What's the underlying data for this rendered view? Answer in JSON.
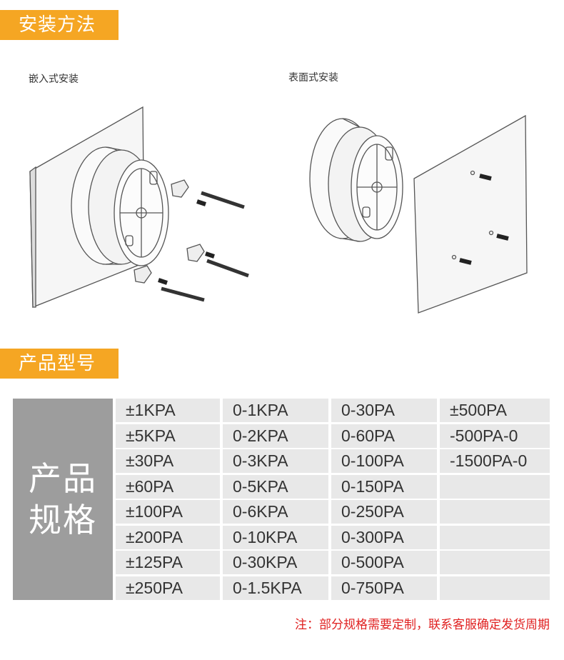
{
  "sections": {
    "install_title": "安装方法",
    "models_title": "产品型号"
  },
  "install": {
    "flush_caption": "嵌入式安装",
    "surface_caption": "表面式安装"
  },
  "spec": {
    "side_label_line1": "产品",
    "side_label_line2": "规格",
    "columns": [
      [
        "±1KPA",
        "±5KPA",
        "±30PA",
        "±60PA",
        "±100PA",
        "±200PA",
        "±125PA",
        "±250PA"
      ],
      [
        "0-1KPA",
        "0-2KPA",
        "0-3KPA",
        "0-5KPA",
        "0-6KPA",
        "0-10KPA",
        "0-30KPA",
        "0-1.5KPA"
      ],
      [
        "0-30PA",
        "0-60PA",
        "0-100PA",
        "0-150PA",
        "0-250PA",
        "0-300PA",
        "0-500PA",
        "0-750PA"
      ],
      [
        "±500PA",
        "-500PA-0",
        "-1500PA-0",
        "",
        "",
        "",
        "",
        ""
      ]
    ]
  },
  "note": "注：部分规格需要定制，联系客服确定发货周期",
  "colors": {
    "accent": "#f5a623",
    "side_panel": "#9d9d9d",
    "cell_bg": "#e8e8e8",
    "note": "#e02020"
  }
}
